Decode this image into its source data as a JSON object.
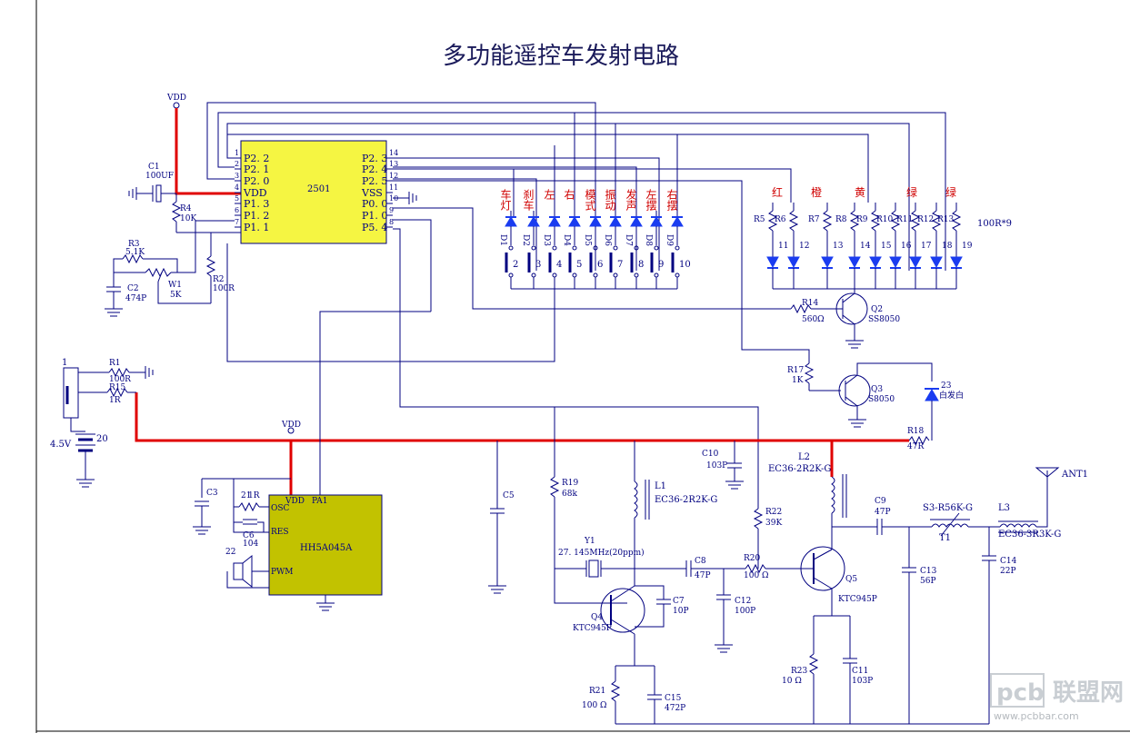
{
  "title": "多功能遥控车发射电路",
  "net": {
    "vdd_top": "VDD",
    "vdd_mid": "VDD"
  },
  "ic_2501": {
    "name": "2501",
    "left_pins": [
      {
        "num": "1",
        "label": "P2. 2"
      },
      {
        "num": "2",
        "label": "P2. 1"
      },
      {
        "num": "3",
        "label": "P2. 0"
      },
      {
        "num": "4",
        "label": "VDD"
      },
      {
        "num": "5",
        "label": "P1. 3"
      },
      {
        "num": "6",
        "label": "P1. 2"
      },
      {
        "num": "7",
        "label": "P1. 1"
      }
    ],
    "right_pins": [
      {
        "num": "14",
        "label": "P2. 3"
      },
      {
        "num": "13",
        "label": "P2. 4"
      },
      {
        "num": "12",
        "label": "P2. 5"
      },
      {
        "num": "11",
        "label": "VSS"
      },
      {
        "num": "10",
        "label": "P0. 0"
      },
      {
        "num": "9",
        "label": "P1. 0"
      },
      {
        "num": "8",
        "label": "P5. 4"
      }
    ]
  },
  "ic_sound": {
    "name": "HH5A045A",
    "pins": [
      "VDD",
      "PA1",
      "OSC",
      "RES",
      "PWM"
    ]
  },
  "buttons": [
    {
      "diode": "D1",
      "func": "车灯",
      "num": "2"
    },
    {
      "diode": "D2",
      "func": "刹车",
      "num": "3"
    },
    {
      "diode": "D3",
      "func": "左",
      "num": "4"
    },
    {
      "diode": "D4",
      "func": "右",
      "num": "5"
    },
    {
      "diode": "D5",
      "func": "模式",
      "num": "6"
    },
    {
      "diode": "D6",
      "func": "振动",
      "num": "7"
    },
    {
      "diode": "D7",
      "func": "发声",
      "num": "8"
    },
    {
      "diode": "D8",
      "func": "左摆",
      "num": "9"
    },
    {
      "diode": "D9",
      "func": "右摆",
      "num": "10"
    }
  ],
  "led_colors": [
    "红",
    "橙",
    "黄",
    "绿",
    "绿"
  ],
  "resistor_array_note": "100R*9",
  "led_resistors": [
    "R5",
    "R6",
    "R7",
    "R8",
    "R9",
    "R10",
    "R11",
    "R12",
    "R13"
  ],
  "led_numbers": [
    "11",
    "12",
    "13",
    "14",
    "15",
    "16",
    "17",
    "18",
    "19"
  ],
  "components": {
    "C1": {
      "ref": "C1",
      "val": "100UF"
    },
    "R4": {
      "ref": "R4",
      "val": "10K"
    },
    "R3": {
      "ref": "R3",
      "val": "5.1K"
    },
    "W1": {
      "ref": "W1",
      "val": "5K"
    },
    "C2": {
      "ref": "C2",
      "val": "474P"
    },
    "R2": {
      "ref": "R2",
      "val": "100R"
    },
    "R1": {
      "ref": "R1",
      "val": "100R"
    },
    "R15": {
      "ref": "R15",
      "val": "1R"
    },
    "SW1": {
      "ref": "1"
    },
    "BAT": {
      "ref": "20",
      "val": "4.5V"
    },
    "C3": {
      "ref": "C3"
    },
    "R21s": {
      "ref": "21",
      "val": "1R"
    },
    "C6": {
      "ref": "C6",
      "val": "104"
    },
    "SPK": {
      "ref": "22"
    },
    "C5": {
      "ref": "C5"
    },
    "R14": {
      "ref": "R14",
      "val": "560Ω"
    },
    "Q2": {
      "ref": "Q2",
      "val": "SS8050"
    },
    "R17": {
      "ref": "R17",
      "val": "1K"
    },
    "Q3": {
      "ref": "Q3",
      "val": "S8050"
    },
    "LED23": {
      "ref": "23",
      "val": "白发白"
    },
    "R18": {
      "ref": "R18",
      "val": "47R"
    },
    "C10": {
      "ref": "C10",
      "val": "103P"
    },
    "R19": {
      "ref": "R19",
      "val": "68k"
    },
    "L1": {
      "ref": "L1",
      "val": "EC36-2R2K-G"
    },
    "Y1": {
      "ref": "Y1",
      "val": "27. 145MHz(20ppm)"
    },
    "C8": {
      "ref": "C8",
      "val": "47P"
    },
    "C7": {
      "ref": "C7",
      "val": "10P"
    },
    "C12": {
      "ref": "C12",
      "val": "100P"
    },
    "Q4": {
      "ref": "Q4",
      "val": "KTC945P"
    },
    "R21": {
      "ref": "R21",
      "val": "100 Ω"
    },
    "C15": {
      "ref": "C15",
      "val": "472P"
    },
    "R22": {
      "ref": "R22",
      "val": "39K"
    },
    "R20": {
      "ref": "R20",
      "val": "100 Ω"
    },
    "L2": {
      "ref": "L2",
      "val": "EC36-2R2K-G"
    },
    "Q5": {
      "ref": "Q5",
      "val": "KTC945P"
    },
    "R23": {
      "ref": "R23",
      "val": "10 Ω"
    },
    "C11": {
      "ref": "C11",
      "val": "103P"
    },
    "C9": {
      "ref": "C9",
      "val": "47P"
    },
    "T1": {
      "ref": "T1",
      "val": "S3-R56K-G"
    },
    "C13": {
      "ref": "C13",
      "val": "56P"
    },
    "L3": {
      "ref": "L3",
      "val": "EC36-3R3K-G"
    },
    "C14": {
      "ref": "C14",
      "val": "22P"
    },
    "ANT": {
      "ref": "ANT1"
    }
  },
  "watermark": {
    "brand": "pcb",
    "cn": "联盟网",
    "url": "www.pcbbar.com"
  }
}
